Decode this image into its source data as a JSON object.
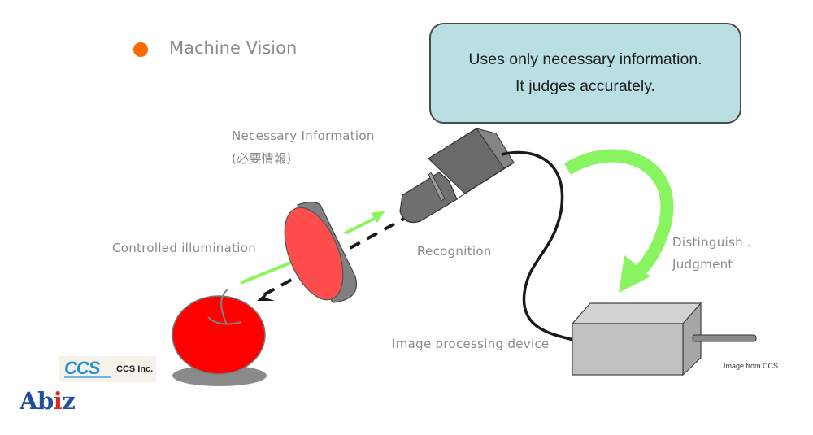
{
  "title": {
    "text": "Machine Vision",
    "bullet_color": "#ff6a00"
  },
  "callout": {
    "line1": "Uses only necessary information.",
    "line2": "It judges accurately.",
    "background": "#b9dfe3"
  },
  "labels": {
    "necessary_information": "Necessary Information",
    "necessary_information_jp": "(必要情報)",
    "controlled_illumination": "Controlled illumination",
    "recognition": "Recognition",
    "distinguish": "Distinguish .",
    "judgment": "Judgment",
    "image_processing_device": "Image processing device"
  },
  "credit": "Image from CCS",
  "logos": {
    "ccs_mark": "CCS",
    "ccs_name": "CCS Inc.",
    "abiz_prefix": "Ab",
    "abiz_i": "i",
    "abiz_suffix": "z"
  },
  "icons": {
    "object": "apple-icon",
    "light": "ring-light-icon",
    "sensor": "camera-icon",
    "processor": "image-processor-icon",
    "flow": "curved-arrow-icon"
  },
  "colors": {
    "arrow_green": "#88f560",
    "apple_red": "#ff0000",
    "light_red": "#ff4d4d",
    "device_gray": "#c0c0c0"
  }
}
